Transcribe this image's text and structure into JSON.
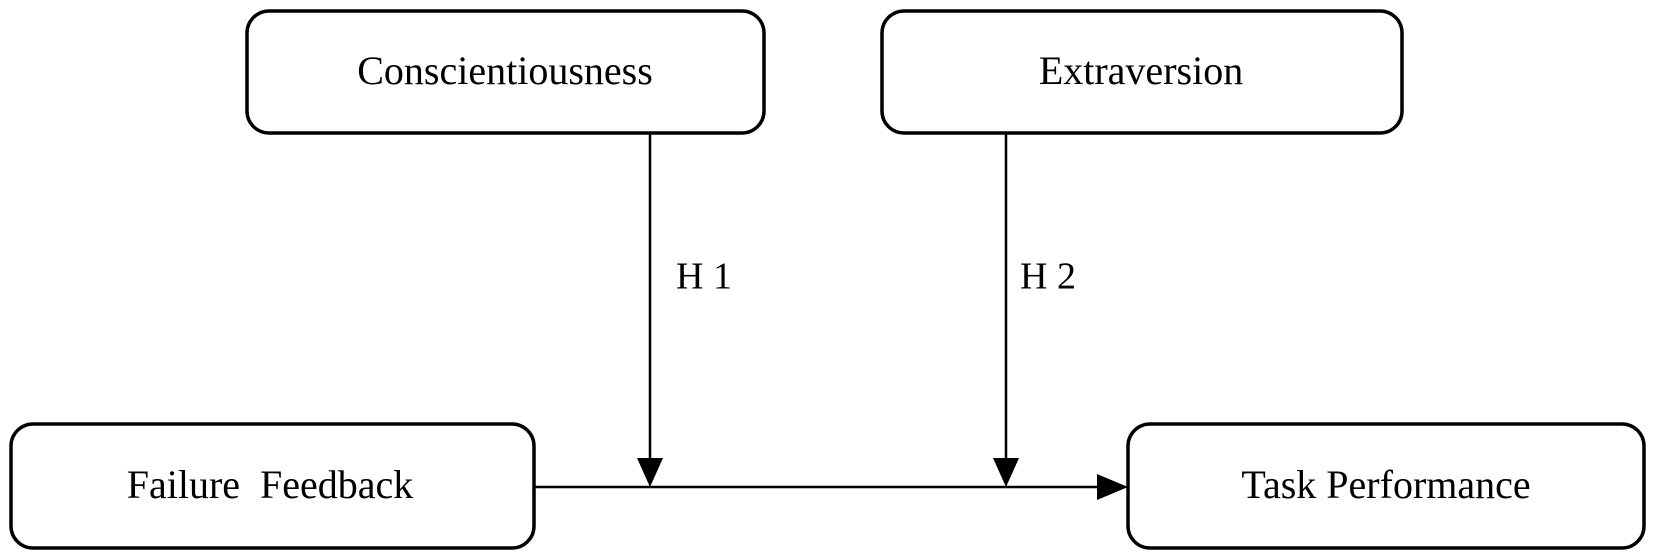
{
  "diagram": {
    "nodes": {
      "conscientiousness": {
        "label": "Conscientiousness"
      },
      "extraversion": {
        "label": "Extraversion"
      },
      "failure_feedback": {
        "label": "Failure  Feedback"
      },
      "task_performance": {
        "label": "Task Performance"
      }
    },
    "hypotheses": {
      "h1": {
        "label": "H 1"
      },
      "h2": {
        "label": "H 2"
      }
    },
    "colors": {
      "stroke": "#000000",
      "background": "#ffffff"
    }
  }
}
